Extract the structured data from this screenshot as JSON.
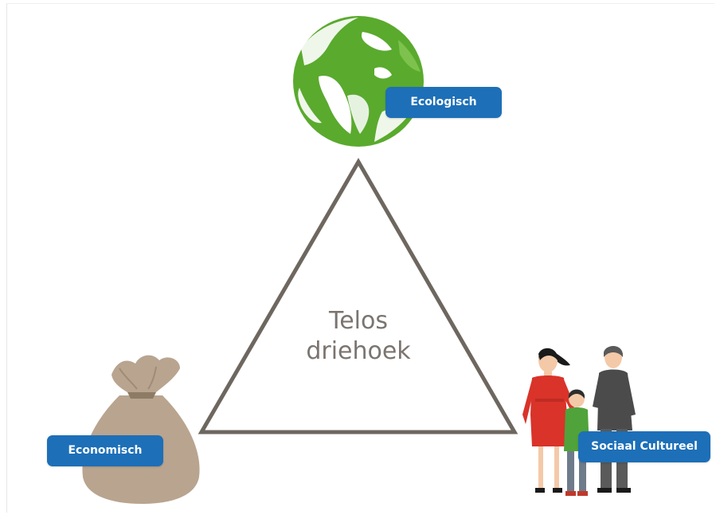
{
  "center": {
    "line1": "Telos",
    "line2": "driehoek"
  },
  "labels": {
    "ecologisch": "Ecologisch",
    "economisch": "Economisch",
    "sociaal_cultureel": "Sociaal Cultureel"
  },
  "colors": {
    "globe": "#5aaa2e",
    "globe_light": "#7cc24c",
    "label_bg": "#1d6fb8",
    "triangle_stroke": "#6e675f",
    "center_text": "#7b746f",
    "money_bag": "#b9a48f"
  },
  "icons": {
    "top": "globe-icon",
    "left": "money-bag-icon",
    "right": "family-icon"
  }
}
